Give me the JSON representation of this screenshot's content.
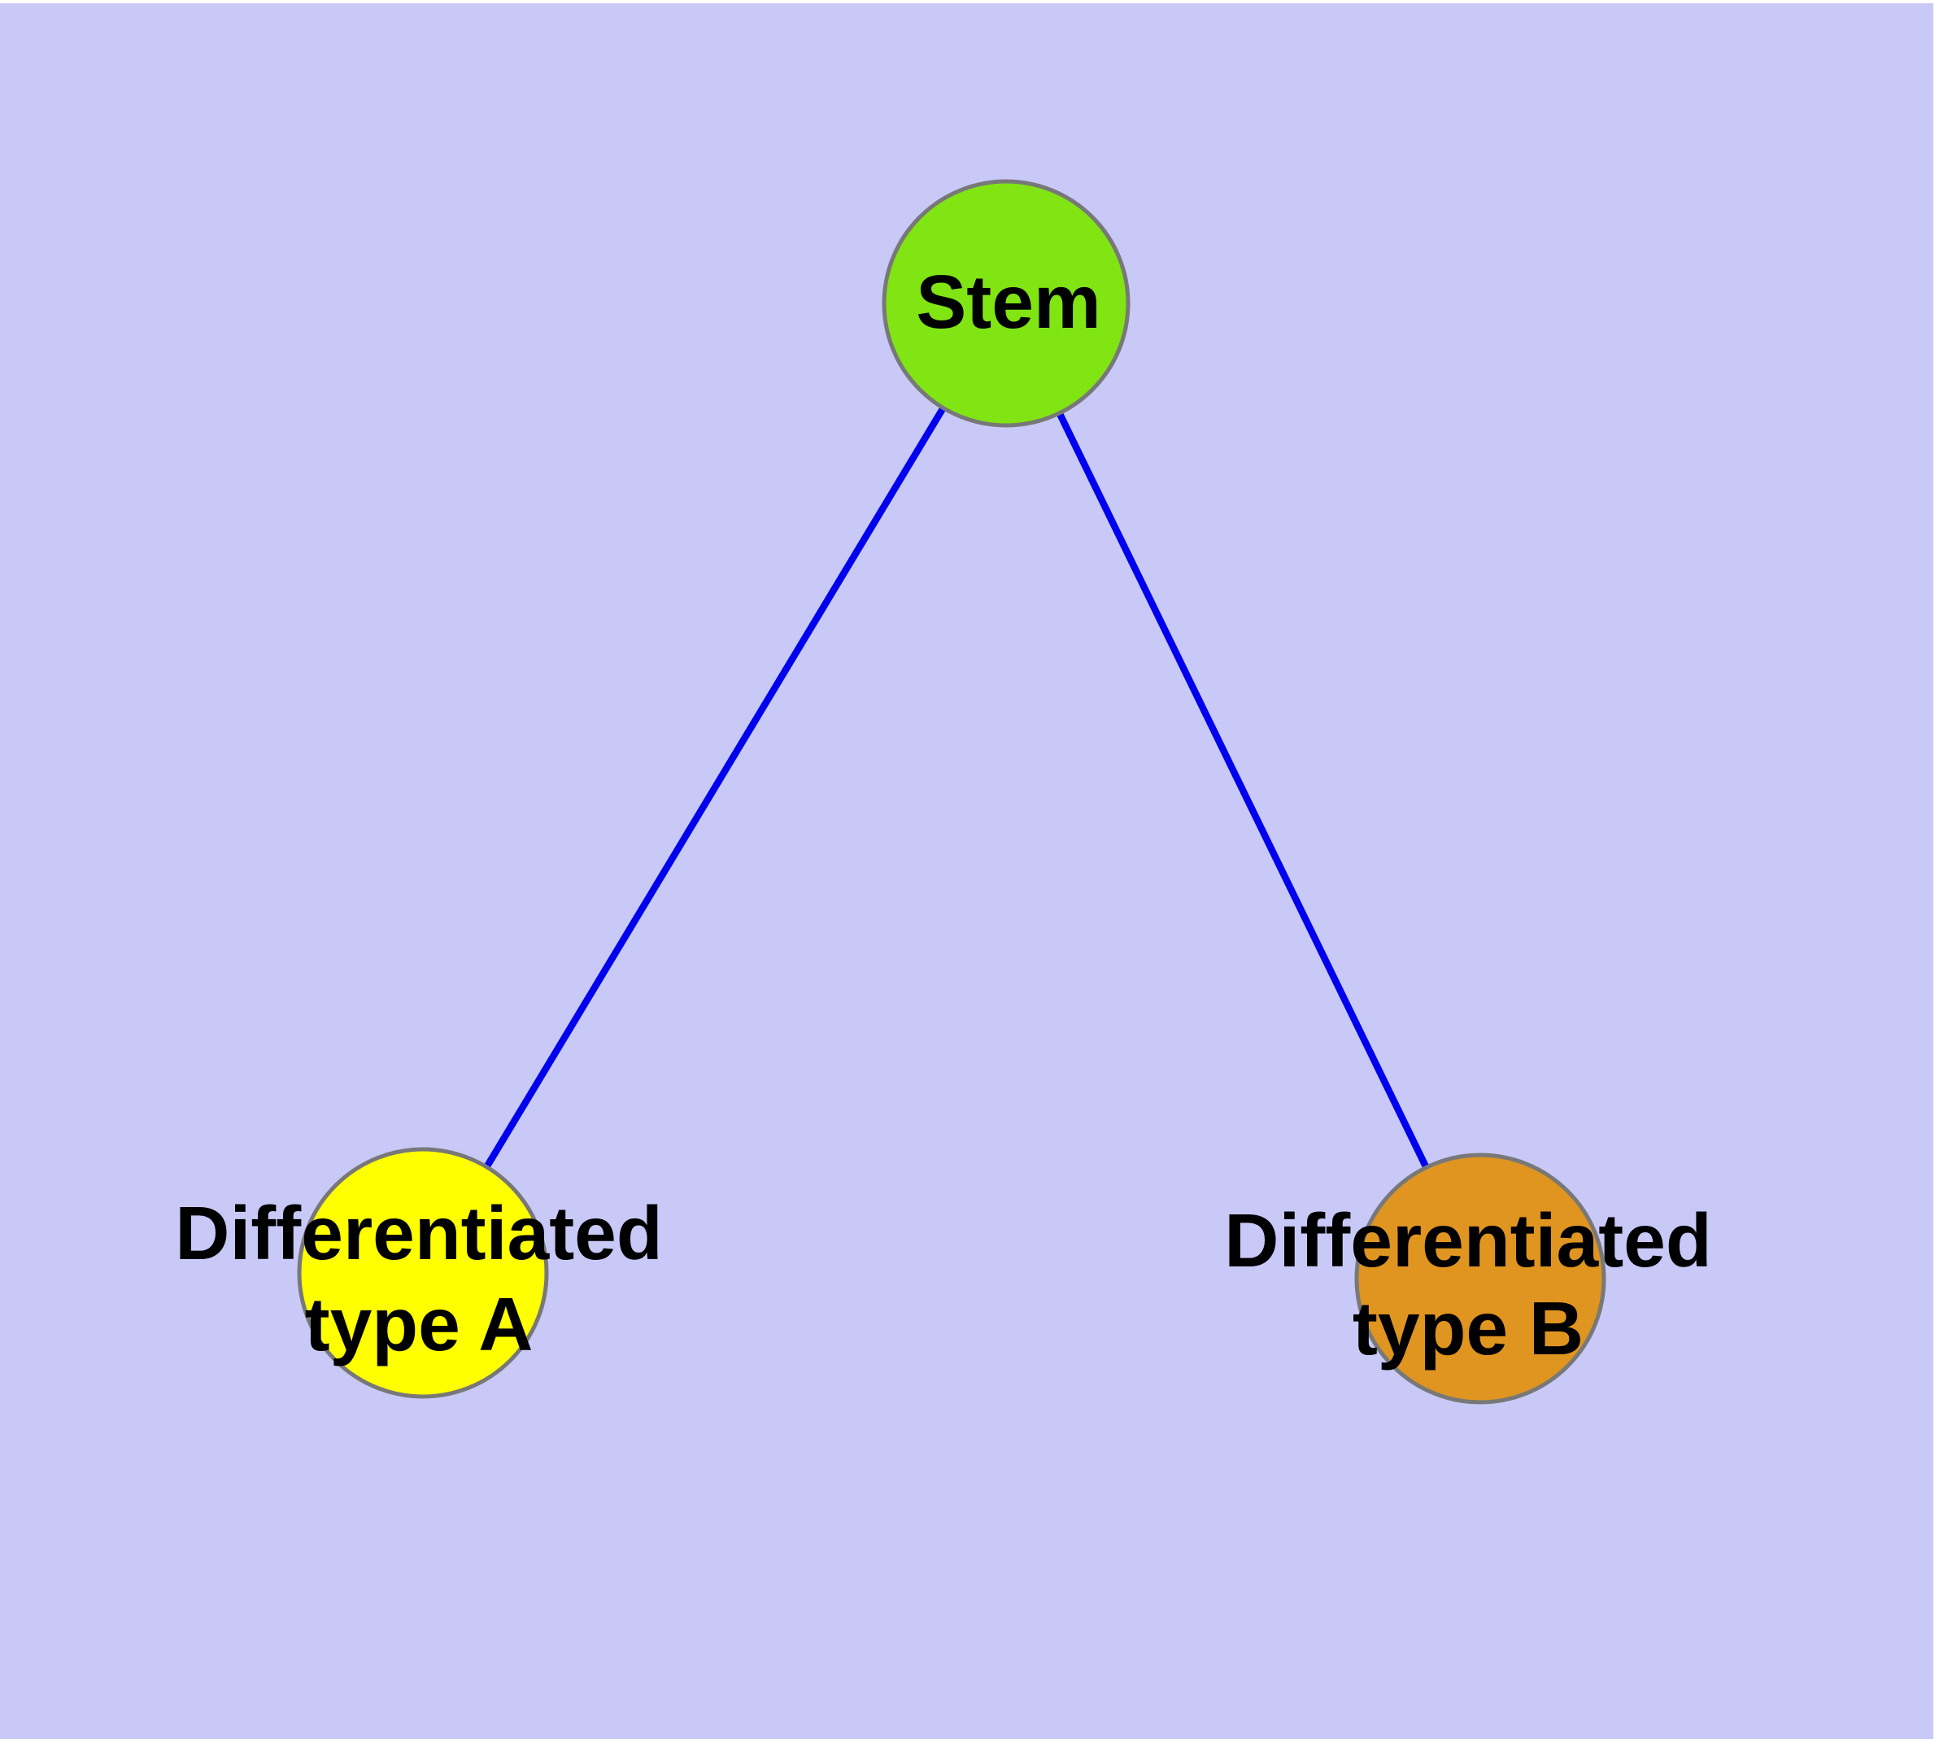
{
  "diagram": {
    "background_color": "#C9C9F8",
    "margin_color": "#FFFFFF",
    "edge_color": "#0000EE",
    "node_border_color": "#787878",
    "label_color": "#000000",
    "nodes": [
      {
        "id": "stem",
        "label": "Stem",
        "lines": [
          "Stem"
        ],
        "fill": "#80E512"
      },
      {
        "id": "differentiated-type-a",
        "label": "Differentiated type A",
        "lines": [
          "Differentiated",
          "type A"
        ],
        "fill": "#FFFF00"
      },
      {
        "id": "differentiated-type-b",
        "label": "Differentiated type B",
        "lines": [
          "Differentiated",
          "type B"
        ],
        "fill": "#DF9520"
      }
    ],
    "edges": [
      {
        "from": "Stem",
        "to": "Differentiated type A"
      },
      {
        "from": "Stem",
        "to": "Differentiated type B"
      }
    ]
  }
}
